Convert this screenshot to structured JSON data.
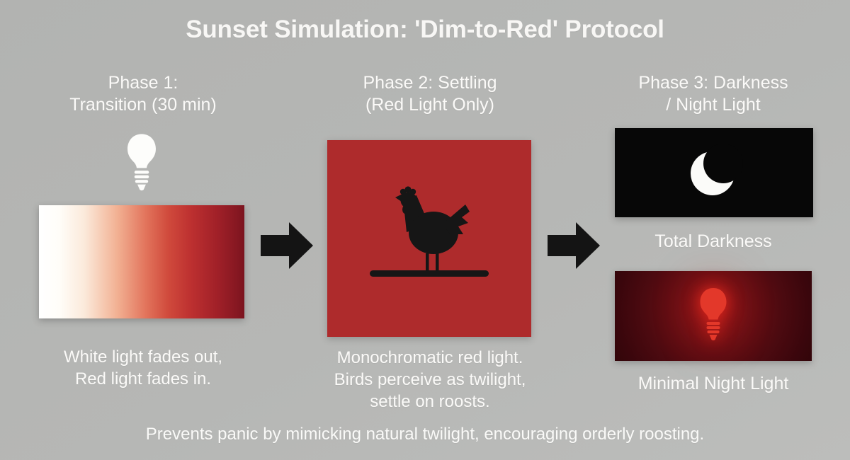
{
  "title": "Sunset Simulation: 'Dim-to-Red' Protocol",
  "phase1": {
    "heading1": "Phase 1:",
    "heading2": "Transition (30 min)",
    "caption1": "White light fades out,",
    "caption2": "Red light fades in.",
    "icon": "white-lightbulb",
    "gradient_stops": [
      "#ffffff",
      "#f2b193",
      "#d04a3c",
      "#7c141f"
    ]
  },
  "phase2": {
    "heading1": "Phase 2: Settling",
    "heading2": "(Red Light Only)",
    "caption1": "Monochromatic red light.",
    "caption2": "Birds perceive as twilight,",
    "caption3": "settle on roosts.",
    "icon": "hen-on-roost",
    "panel_color": "#ae2b2c"
  },
  "phase3": {
    "heading1": "Phase 3: Darkness",
    "heading2": "/ Night Light",
    "panel1": {
      "icon": "crescent-moon",
      "label": "Total Darkness",
      "color": "#070707"
    },
    "panel2": {
      "icon": "red-lightbulb",
      "label": "Minimal Night Light",
      "color": "#3a060c",
      "bulb_color": "#e03527"
    }
  },
  "footer": "Prevents panic by mimicking natural twilight, encouraging orderly roosting.",
  "colors": {
    "background": "#b5b6b4",
    "text": "#f7f6f4",
    "silhouette": "#141414",
    "arrow": "#141414"
  }
}
